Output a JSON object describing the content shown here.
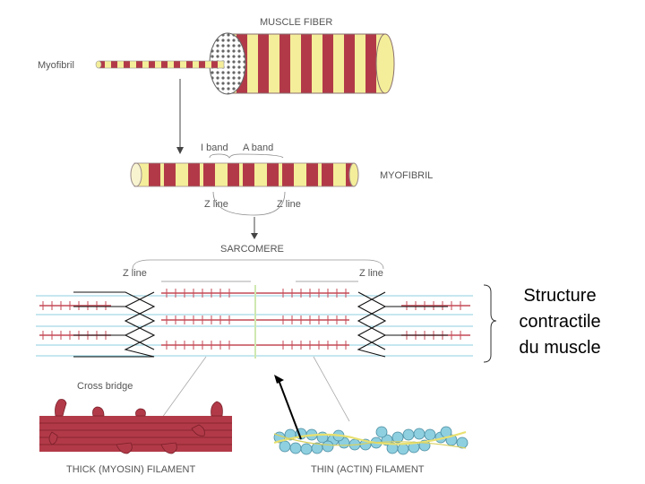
{
  "labels": {
    "muscle_fiber": "MUSCLE FIBER",
    "myofibril_left": "Myofibril",
    "i_band": "I band",
    "a_band": "A band",
    "myofibril_right": "MYOFIBRIL",
    "z_line_1": "Z line",
    "z_line_2": "Z line",
    "sarcomere": "SARCOMERE",
    "z_line_3": "Z line",
    "z_line_4": "Z line",
    "cross_bridge": "Cross bridge",
    "thick_filament": "THICK (MYOSIN) FILAMENT",
    "thin_filament": "THIN (ACTIN) FILAMENT"
  },
  "caption": {
    "line1": "Structure",
    "line2": "contractile",
    "line3": "du muscle"
  },
  "colors": {
    "muscle_red": "#b23a48",
    "band_yellow": "#f4ee9a",
    "actin_blue": "#8ecfe0",
    "tropomyosin_yellow": "#e8e070",
    "line_gray": "#777777"
  }
}
